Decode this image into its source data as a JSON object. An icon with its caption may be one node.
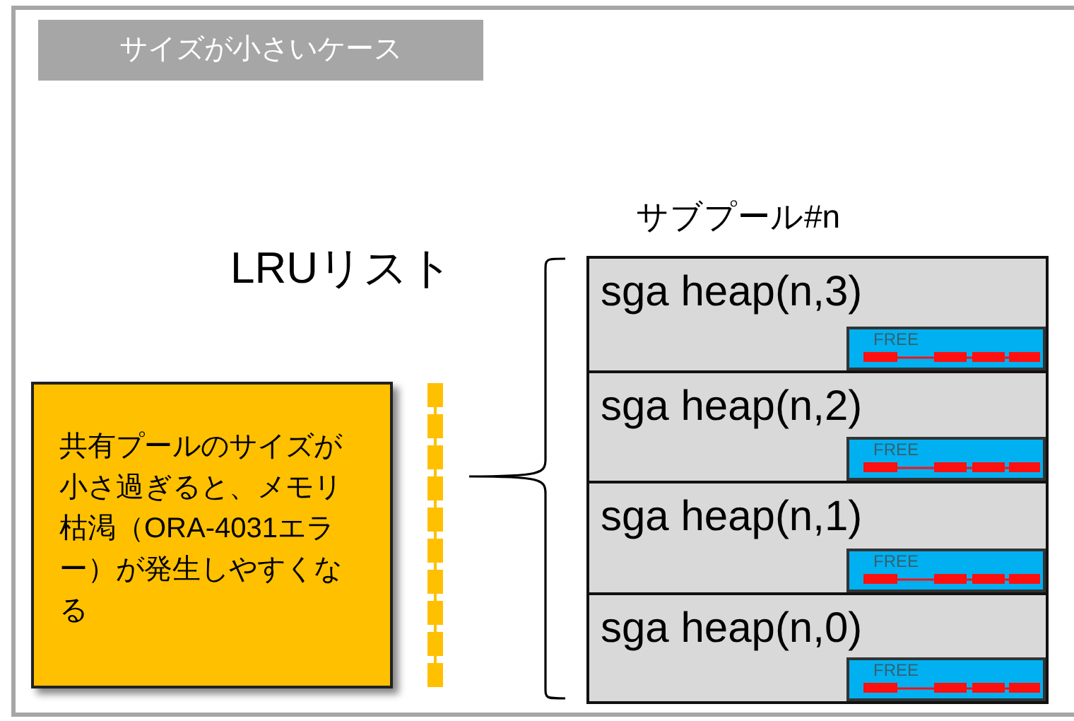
{
  "diagram": {
    "title": "サイズが小さいケース",
    "nodes": [
      {
        "text": [
          "共有プールのサイズが小さ過ぎると、メモリ枯渇（ORA-4031エラー）が発生しやすくなる"
        ]
      },
      {
        "text": [
          "sga heap(n,3)"
        ]
      },
      {
        "text": [
          "FREE"
        ],
        "in": 1
      },
      {
        "text": [
          "sga heap(n,2)"
        ]
      },
      {
        "text": [
          "FREE"
        ],
        "in": 3
      },
      {
        "text": [
          "sga heap(n,1)"
        ]
      },
      {
        "text": [
          "FREE"
        ],
        "in": 5
      },
      {
        "text": [
          "sga heap(n,0)"
        ]
      },
      {
        "text": [
          "FREE"
        ],
        "in": 7
      }
    ],
    "labels": [
      "サブプール#n",
      "LRUリスト"
    ]
  }
}
